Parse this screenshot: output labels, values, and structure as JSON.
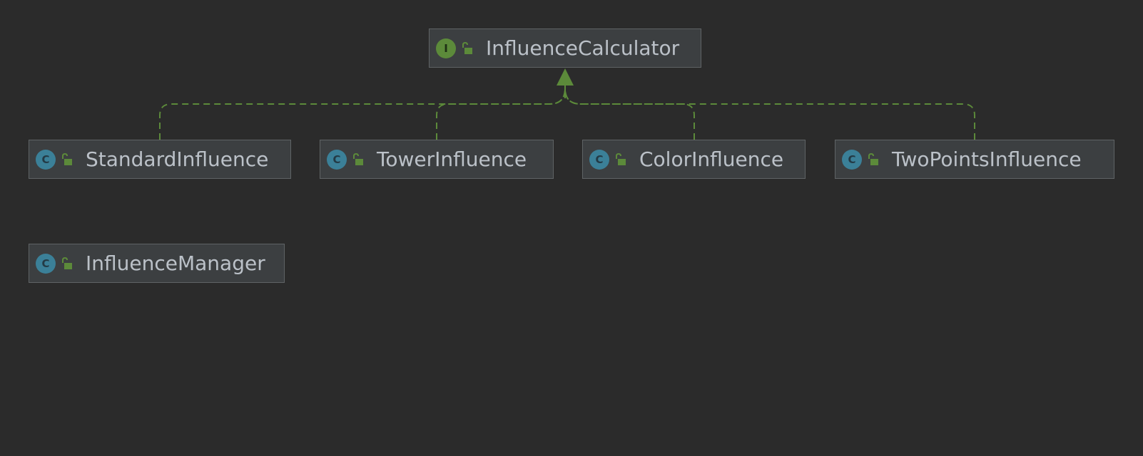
{
  "diagram": {
    "background": "#2b2b2b",
    "edge_color": "#5c8a3a",
    "nodes": [
      {
        "id": "influence-calculator",
        "kind": "interface",
        "kind_letter": "I",
        "label": "InfluenceCalculator"
      },
      {
        "id": "standard-influence",
        "kind": "class",
        "kind_letter": "C",
        "label": "StandardInfluence"
      },
      {
        "id": "tower-influence",
        "kind": "class",
        "kind_letter": "C",
        "label": "TowerInfluence"
      },
      {
        "id": "color-influence",
        "kind": "class",
        "kind_letter": "C",
        "label": "ColorInfluence"
      },
      {
        "id": "two-points-influence",
        "kind": "class",
        "kind_letter": "C",
        "label": "TwoPointsInfluence"
      },
      {
        "id": "influence-manager",
        "kind": "class",
        "kind_letter": "C",
        "label": "InfluenceManager"
      }
    ],
    "edges": [
      {
        "from": "standard-influence",
        "to": "influence-calculator",
        "type": "implements"
      },
      {
        "from": "tower-influence",
        "to": "influence-calculator",
        "type": "implements"
      },
      {
        "from": "color-influence",
        "to": "influence-calculator",
        "type": "implements"
      },
      {
        "from": "two-points-influence",
        "to": "influence-calculator",
        "type": "implements"
      }
    ]
  }
}
